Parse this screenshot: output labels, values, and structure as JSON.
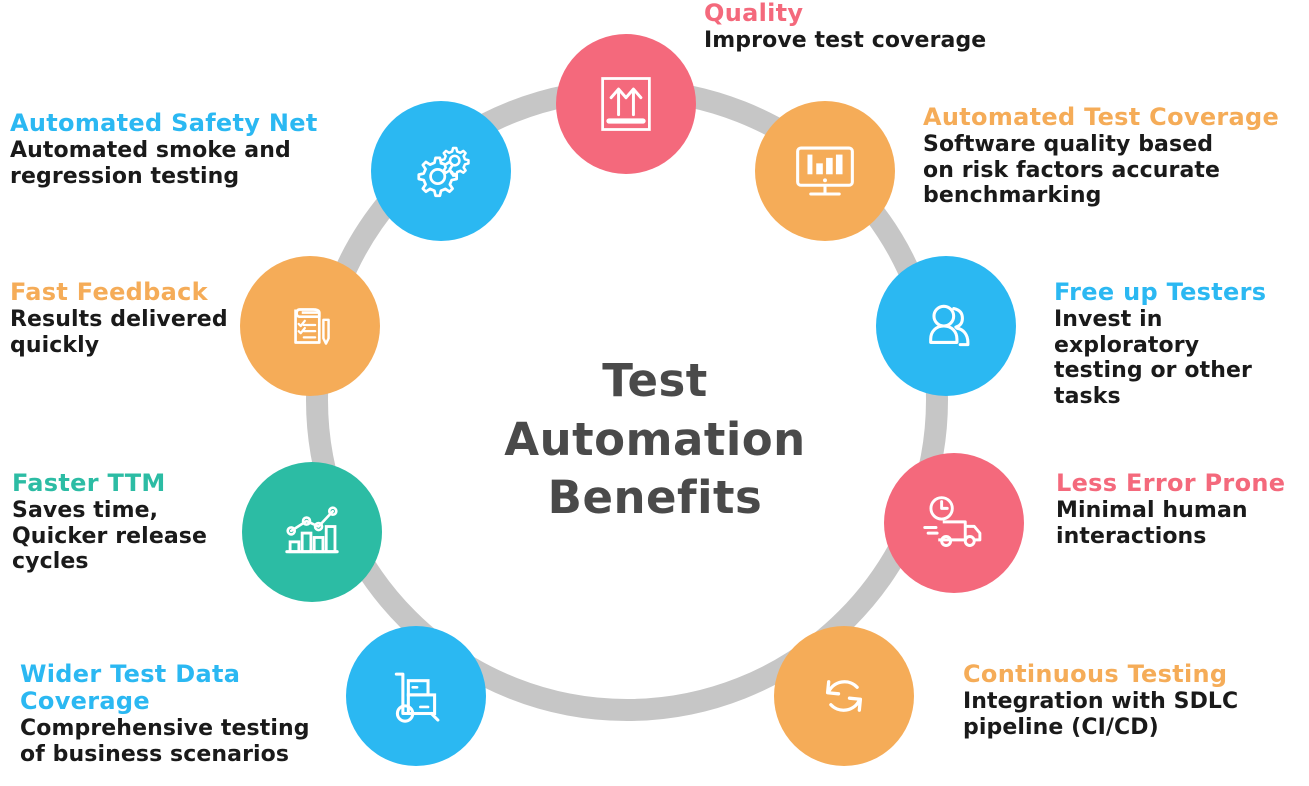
{
  "center": {
    "line1": "Test",
    "line2": "Automation",
    "line3": "Benefits",
    "color": "#4a4a4a"
  },
  "palette": {
    "pink": "#F4697C",
    "blue": "#2BB8F2",
    "orange": "#F5AC58",
    "teal": "#2CBCA4",
    "ring_gray": "#C6C6C6",
    "body_text": "#1a1a1a"
  },
  "nodes": [
    {
      "id": "quality",
      "title": "Quality",
      "desc": "Improve test coverage",
      "color": "#F4697C",
      "icon": "arrows-up-box-icon"
    },
    {
      "id": "automated-test-coverage",
      "title": "Automated Test Coverage",
      "desc": "Software quality based\non risk factors accurate\nbenchmarking",
      "color": "#F5AC58",
      "icon": "monitor-bar-chart-icon"
    },
    {
      "id": "free-up-testers",
      "title": "Free up Testers",
      "desc": "Invest in exploratory\ntesting or other tasks",
      "color": "#2BB8F2",
      "icon": "users-icon"
    },
    {
      "id": "less-error-prone",
      "title": "Less Error Prone",
      "desc": "Minimal human\ninteractions",
      "color": "#F4697C",
      "icon": "clock-truck-icon"
    },
    {
      "id": "continuous-testing",
      "title": "Continuous Testing",
      "desc": "Integration with SDLC\npipeline (CI/CD)",
      "color": "#F5AC58",
      "icon": "sync-arrows-icon"
    },
    {
      "id": "wider-test-data-coverage",
      "title": "Wider Test Data\nCoverage",
      "desc": "Comprehensive testing\nof business scenarios",
      "color": "#2BB8F2",
      "icon": "hand-truck-icon"
    },
    {
      "id": "faster-ttm",
      "title": "Faster TTM",
      "desc": "Saves time,\nQuicker release\ncycles",
      "color": "#2CBCA4",
      "icon": "growth-chart-icon"
    },
    {
      "id": "fast-feedback",
      "title": "Fast Feedback",
      "desc": "Results delivered\nquickly",
      "color": "#F5AC58",
      "icon": "checklist-pen-icon"
    },
    {
      "id": "automated-safety-net",
      "title": "Automated Safety Net",
      "desc": "Automated smoke and\nregression testing",
      "color": "#2BB8F2",
      "icon": "gears-icon"
    }
  ]
}
